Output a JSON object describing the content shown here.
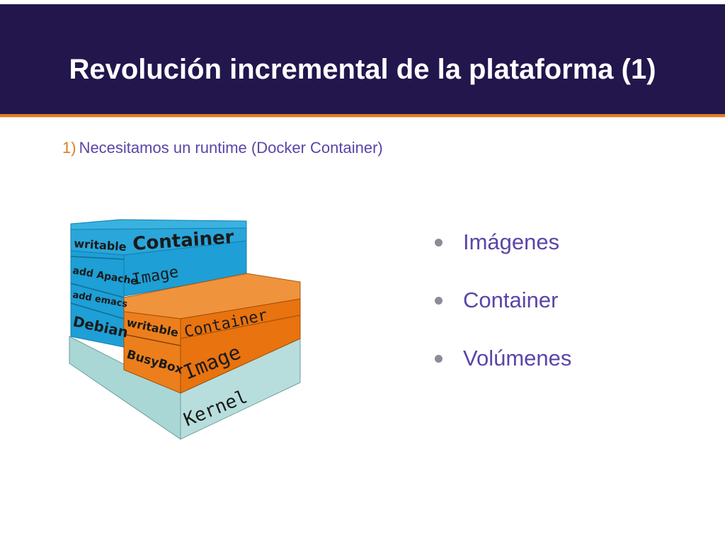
{
  "slide": {
    "title": "Revolución incremental de la plataforma (1)",
    "subtitle_number": "1)",
    "subtitle_text": "Necesitamos un runtime (Docker Container)"
  },
  "bullets": [
    "Imágenes",
    "Container",
    "Volúmenes"
  ],
  "diagram": {
    "labels": {
      "writable_left": "writable",
      "container_left": "Container",
      "add_apache": "add Apache",
      "image_left": "Image",
      "add_emacs": "add emacs",
      "debian": "Debian",
      "writable_right": "writable",
      "container_right": "Container",
      "busybox": "BusyBox",
      "image_right": "Image",
      "kernel": "Kernel"
    },
    "colors": {
      "blue": "#1e9fd6",
      "orange": "#e8730f",
      "teal": "#a9d7d5"
    }
  }
}
